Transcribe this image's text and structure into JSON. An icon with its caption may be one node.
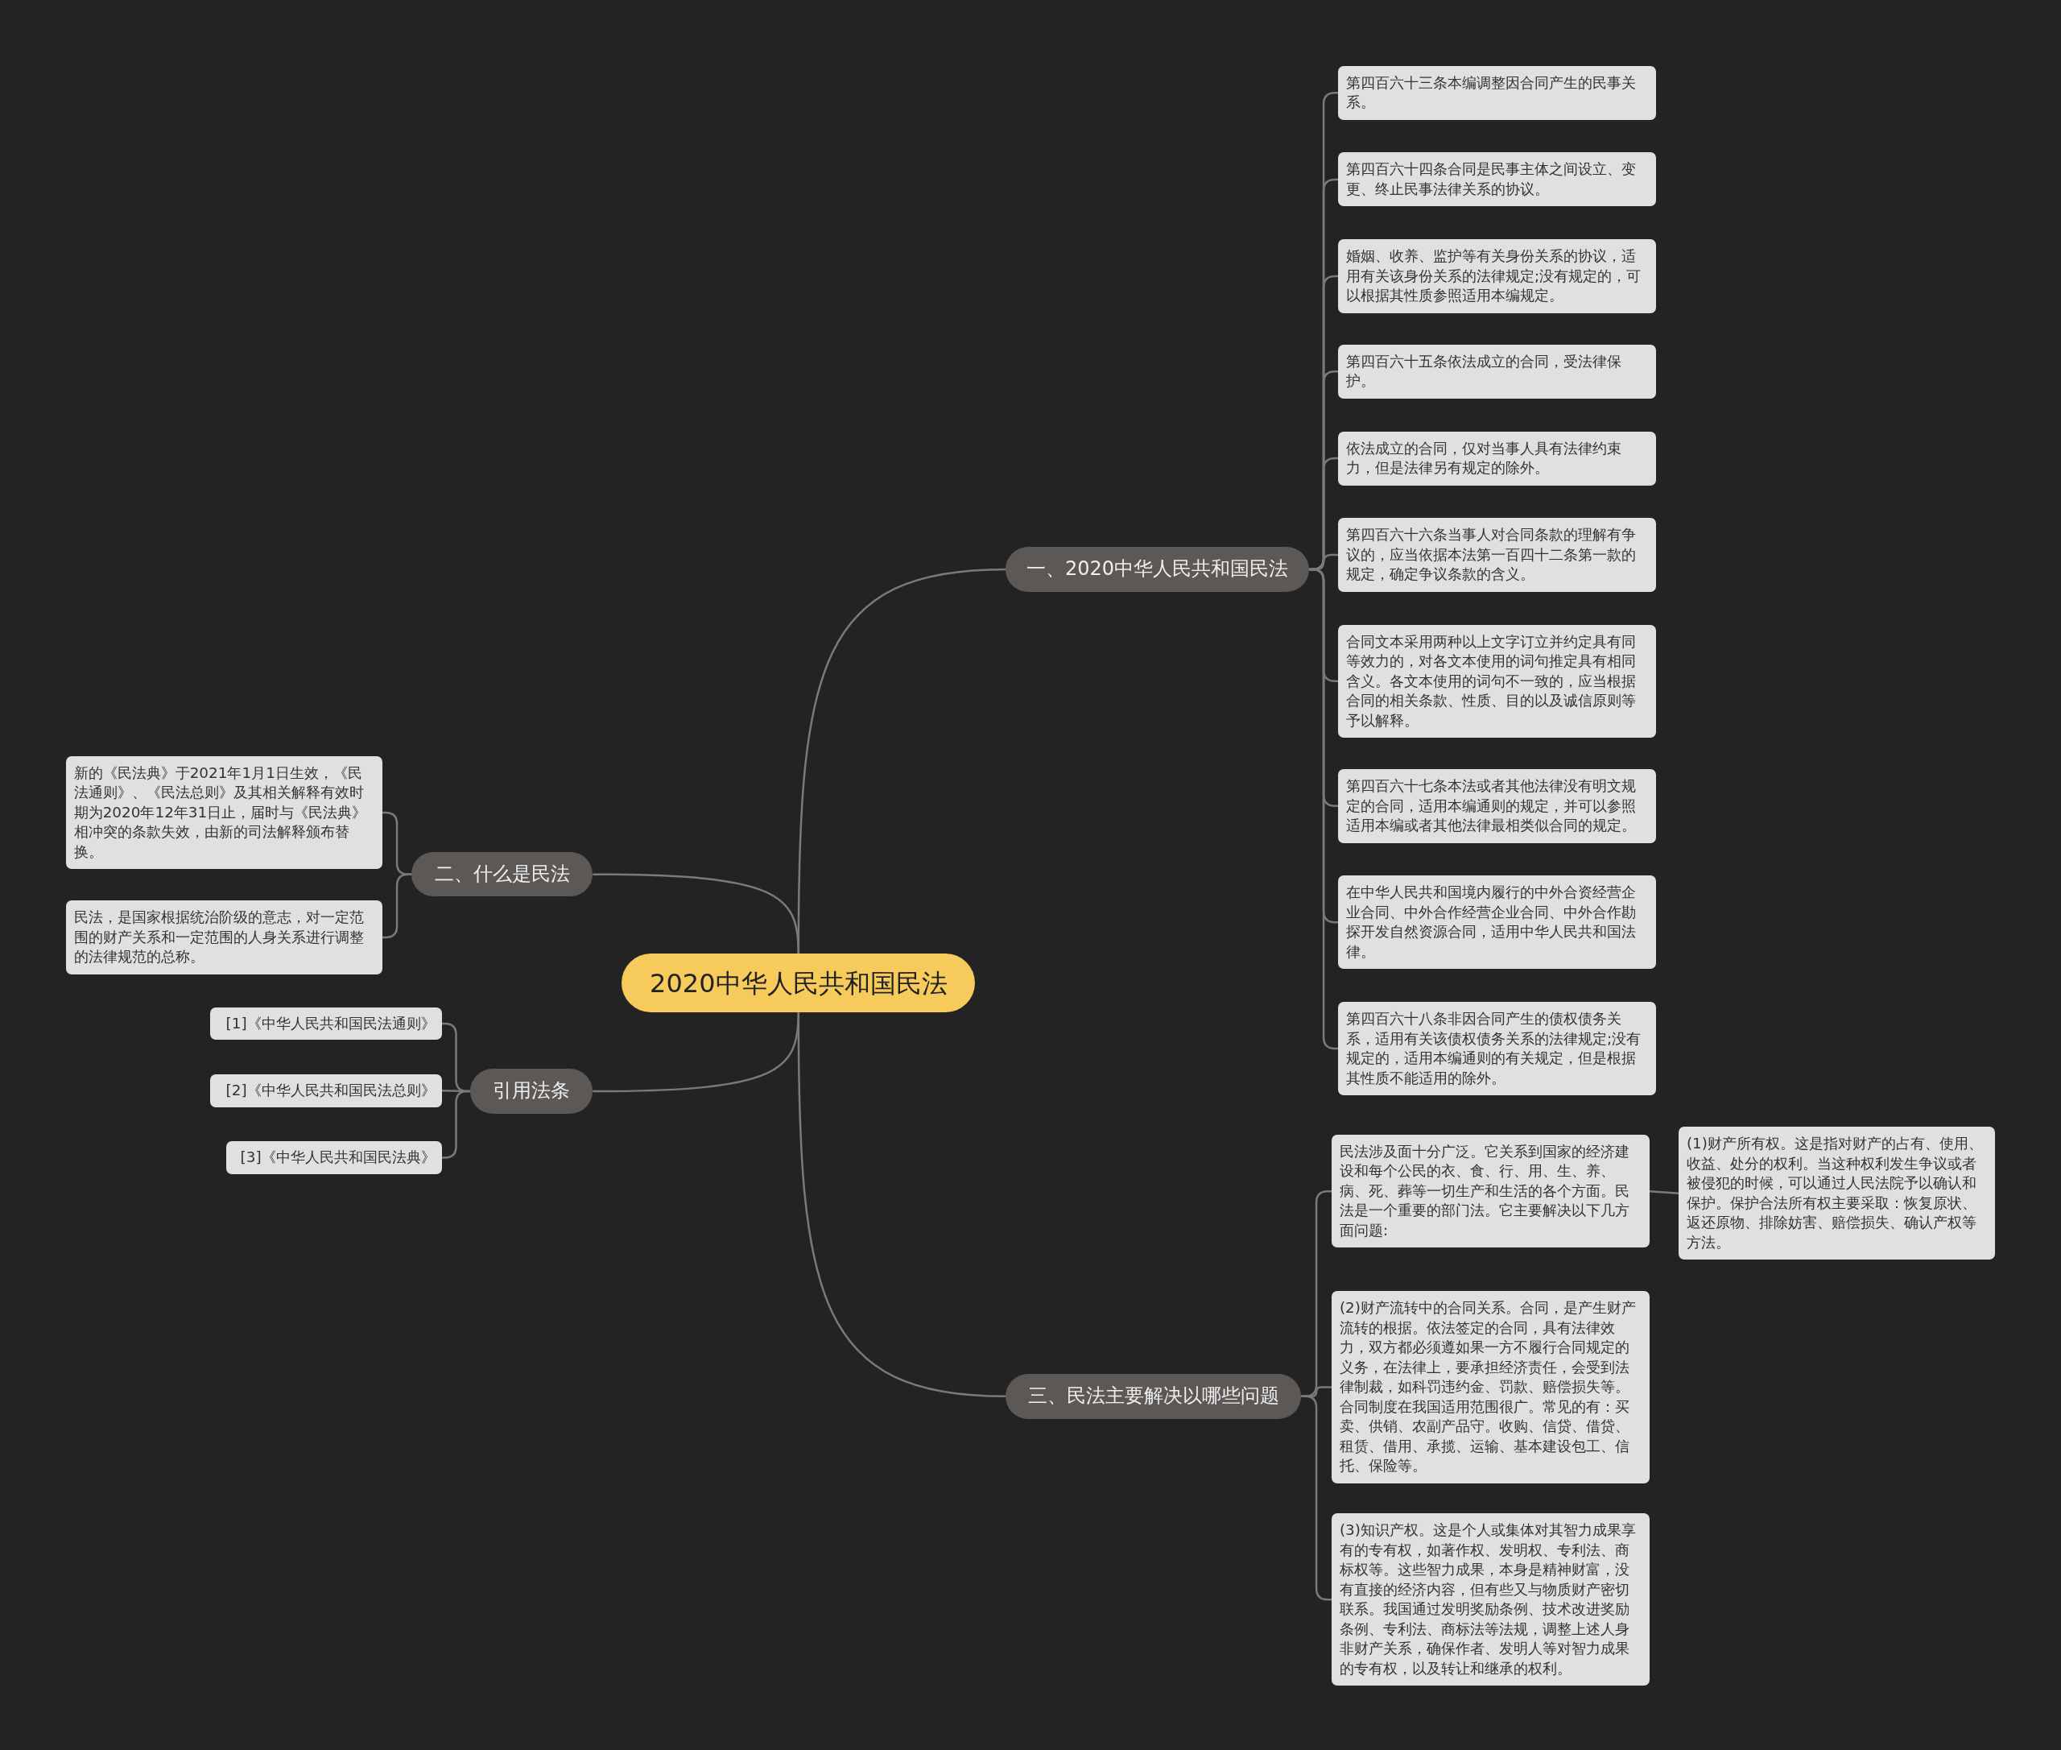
{
  "diagram": {
    "nodes": [
      {
        "text": [
          "2020中华人民共和国民法"
        ]
      },
      {
        "text": [
          "一、2020中华人民共和国民法"
        ]
      },
      {
        "text": [
          "第四百六十三条本编调整因合同产生的民事关系。"
        ]
      },
      {
        "text": [
          "第四百六十四条合同是民事主体之间设立、变更、终止民事法律关系的协议。"
        ]
      },
      {
        "text": [
          "婚姻、收养、监护等有关身份关系的协议，适用有关该身份关系的法律规定;没有规定的，可以根据其性质参照适用本编规定。"
        ]
      },
      {
        "text": [
          "第四百六十五条依法成立的合同，受法律保护。"
        ]
      },
      {
        "text": [
          "依法成立的合同，仅对当事人具有法律约束力，但是法律另有规定的除外。"
        ]
      },
      {
        "text": [
          "第四百六十六条当事人对合同条款的理解有争议的，应当依据本法第一百四十二条第一款的规定，确定争议条款的含义。"
        ]
      },
      {
        "text": [
          "合同文本采用两种以上文字订立并约定具有同等效力的，对各文本使用的词句推定具有相同含义。各文本使用的词句不一致的，应当根据合同的相关条款、性质、目的以及诚信原则等予以解释。"
        ]
      },
      {
        "text": [
          "第四百六十七条本法或者其他法律没有明文规定的合同，适用本编通则的规定，并可以参照适用本编或者其他法律最相类似合同的规定。"
        ]
      },
      {
        "text": [
          "在中华人民共和国境内履行的中外合资经营企业合同、中外合作经营企业合同、中外合作勘探开发自然资源合同，适用中华人民共和国法律。"
        ]
      },
      {
        "text": [
          "第四百六十八条非因合同产生的债权债务关系，适用有关该债权债务关系的法律规定;没有规定的，适用本编通则的有关规定，但是根据其性质不能适用的除外。"
        ]
      },
      {
        "text": [
          "二、什么是民法"
        ]
      },
      {
        "text": [
          "新的《民法典》于2021年1月1日生效，《民法通则》、《民法总则》及其相关解释有效时期为2020年12年31日止，届时与《民法典》相冲突的条款失效，由新的司法解释颁布替换。"
        ]
      },
      {
        "text": [
          "民法，是国家根据统治阶级的意志，对一定范围的财产关系和一定范围的人身关系进行调整的法律规范的总称。"
        ]
      },
      {
        "text": [
          "引用法条"
        ]
      },
      {
        "text": [
          "[1]《中华人民共和国民法通则》"
        ]
      },
      {
        "text": [
          "[2]《中华人民共和国民法总则》"
        ]
      },
      {
        "text": [
          "[3]《中华人民共和国民法典》"
        ]
      },
      {
        "text": [
          "三、民法主要解决以哪些问题"
        ]
      },
      {
        "text": [
          "民法涉及面十分广泛。它关系到国家的经济建设和每个公民的衣、食、行、用、生、养、病、死、葬等一切生产和生活的各个方面。民法是一个重要的部门法。它主要解决以下几方面问题:"
        ]
      },
      {
        "text": [
          "(1)财产所有权。这是指对财产的占有、使用、收益、处分的权利。当这种权利发生争议或者被侵犯的时候，可以通过人民法院予以确认和保护。保护合法所有权主要采取：恢复原状、返还原物、排除妨害、赔偿损失、确认产权等方法。"
        ]
      },
      {
        "text": [
          "(2)财产流转中的合同关系。合同，是产生财产流转的根据。依法签定的合同，具有法律效力，双方都必须遵如果一方不履行合同规定的义务，在法律上，要承担经济责任，会受到法律制裁，如科罚违约金、罚款、赔偿损失等。合同制度在我国适用范围很广。常见的有：买卖、供销、农副产品守。收购、信贷、借贷、租赁、借用、承揽、运输、基本建设包工、信托、保险等。"
        ]
      },
      {
        "text": [
          "(3)知识产权。这是个人或集体对其智力成果享有的专有权，如著作权、发明权、专利法、商标权等。这些智力成果，本身是精神财富，没有直接的经济内容，但有些又与物质财产密切联系。我国通过发明奖励条例、技术改进奖励条例、专利法、商标法等法规，调整上述人身非财产关系，确保作者、发明人等对智力成果的专有权，以及转让和继承的权利。"
        ]
      }
    ],
    "edges": [
      {
        "from": 0,
        "to": 1,
        "arrow": "none"
      },
      {
        "from": 1,
        "to": 2,
        "arrow": "none"
      },
      {
        "from": 1,
        "to": 3,
        "arrow": "none"
      },
      {
        "from": 1,
        "to": 4,
        "arrow": "none"
      },
      {
        "from": 1,
        "to": 5,
        "arrow": "none"
      },
      {
        "from": 1,
        "to": 6,
        "arrow": "none"
      },
      {
        "from": 1,
        "to": 7,
        "arrow": "none"
      },
      {
        "from": 1,
        "to": 8,
        "arrow": "none"
      },
      {
        "from": 1,
        "to": 9,
        "arrow": "none"
      },
      {
        "from": 1,
        "to": 10,
        "arrow": "none"
      },
      {
        "from": 1,
        "to": 11,
        "arrow": "none"
      },
      {
        "from": 0,
        "to": 12,
        "arrow": "none"
      },
      {
        "from": 12,
        "to": 13,
        "arrow": "none"
      },
      {
        "from": 12,
        "to": 14,
        "arrow": "none"
      },
      {
        "from": 0,
        "to": 15,
        "arrow": "none"
      },
      {
        "from": 15,
        "to": 16,
        "arrow": "none"
      },
      {
        "from": 15,
        "to": 17,
        "arrow": "none"
      },
      {
        "from": 15,
        "to": 18,
        "arrow": "none"
      },
      {
        "from": 0,
        "to": 19,
        "arrow": "none"
      },
      {
        "from": 19,
        "to": 20,
        "arrow": "none"
      },
      {
        "from": 19,
        "to": 22,
        "arrow": "none"
      },
      {
        "from": 19,
        "to": 23,
        "arrow": "none"
      },
      {
        "from": 20,
        "to": 21,
        "arrow": "none"
      }
    ]
  }
}
